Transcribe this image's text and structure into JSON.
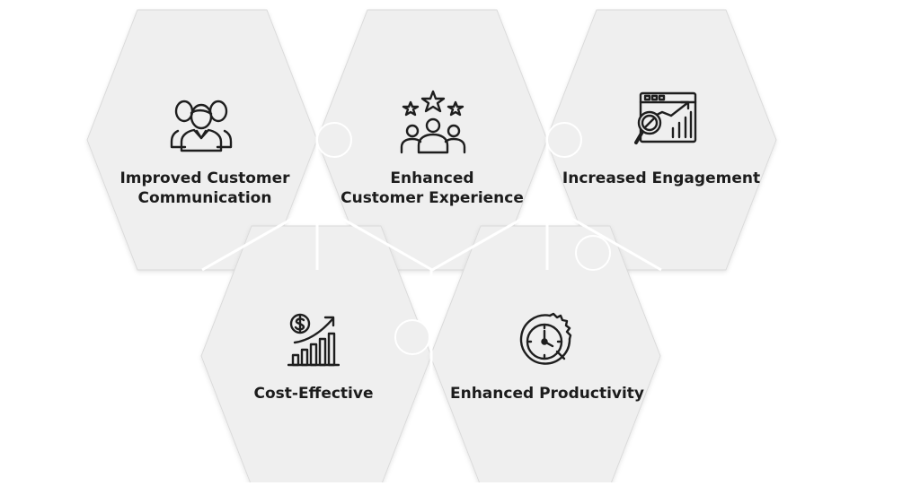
{
  "colors": {
    "tile_fill": "#efefef",
    "tile_edge": "#dadada",
    "background": "#ffffff",
    "icon_stroke": "#1e1e1e",
    "text": "#1c1c1c"
  },
  "tiles": [
    {
      "id": "improved-customer-communication",
      "icon": "users-group-icon",
      "lines": [
        "Improved Customer",
        "Communication"
      ]
    },
    {
      "id": "enhanced-customer-experience",
      "icon": "star-rating-people-icon",
      "lines": [
        "Enhanced",
        "Customer Experience"
      ]
    },
    {
      "id": "increased-engagement",
      "icon": "analytics-magnifier-icon",
      "lines": [
        "Increased Engagement"
      ]
    },
    {
      "id": "cost-effective",
      "icon": "dollar-growth-chart-icon",
      "lines": [
        "Cost-Effective"
      ]
    },
    {
      "id": "enhanced-productivity",
      "icon": "gear-clock-icon",
      "lines": [
        "Enhanced Productivity"
      ]
    }
  ]
}
